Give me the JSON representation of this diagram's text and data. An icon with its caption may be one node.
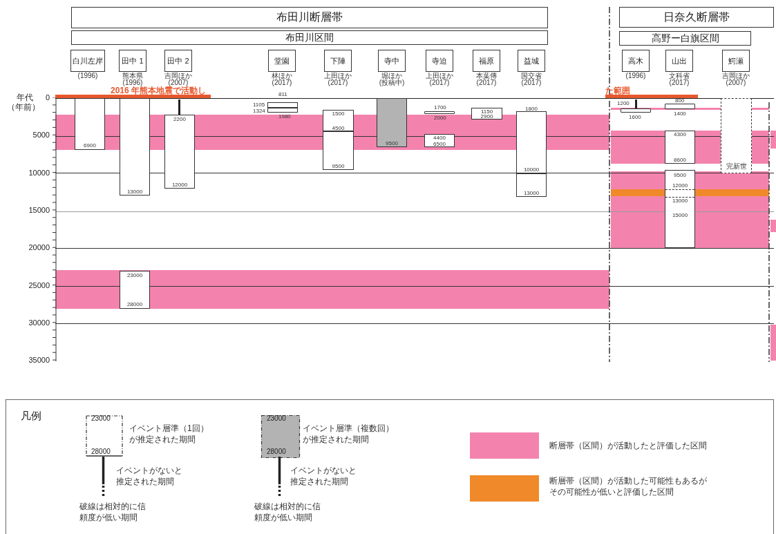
{
  "diagram": {
    "nodes": [
      {
        "text": [
          "布田川断層帯"
        ]
      },
      {
        "text": [
          "布田川区間"
        ]
      },
      {
        "text": [
          "日奈久断層帯"
        ]
      },
      {
        "text": [
          "高野ー白旗区間"
        ]
      },
      {
        "text": [
          "白川左岸"
        ],
        "beside": [
          "(1996)"
        ]
      },
      {
        "text": [
          "田中 1"
        ],
        "beside": [
          "熊本県 (1996)"
        ]
      },
      {
        "text": [
          "田中 2"
        ],
        "beside": [
          "吉岡ほか (2007)"
        ]
      },
      {
        "text": [
          "堂園"
        ],
        "beside": [
          "林ほか (2017)"
        ]
      },
      {
        "text": [
          "下陣"
        ],
        "beside": [
          "上田ほか (2017)"
        ]
      },
      {
        "text": [
          "寺中"
        ],
        "beside": [
          "堀ほか (投稿中)"
        ]
      },
      {
        "text": [
          "寺迫"
        ],
        "beside": [
          "上田ほか (2017)"
        ]
      },
      {
        "text": [
          "福原"
        ],
        "beside": [
          "本葉傳 (2017)"
        ]
      },
      {
        "text": [
          "益城"
        ],
        "beside": [
          "国交省 (2017)"
        ]
      },
      {
        "text": [
          "高木"
        ],
        "beside": [
          "(1996)"
        ]
      },
      {
        "text": [
          "山出"
        ],
        "beside": [
          "文科省 (2017)"
        ]
      },
      {
        "text": [
          "鰐瀬"
        ],
        "beside": [
          "吉岡ほか (2007)"
        ]
      },
      {
        "text": [
          "6900"
        ]
      },
      {
        "text": [
          "13000"
        ]
      },
      {
        "text": [
          "23000",
          "28000"
        ]
      },
      {
        "text": [
          "2200",
          "12000"
        ]
      },
      {
        "text": [],
        "shape": "box",
        "beside": [
          "811",
          "1105"
        ]
      },
      {
        "text": [],
        "shape": "box",
        "beside": [
          "1324",
          "1980"
        ]
      },
      {
        "text": [
          "1500",
          "4500"
        ]
      },
      {
        "text": [
          "9500"
        ]
      },
      {
        "text": [
          "9500"
        ]
      },
      {
        "text": [],
        "shape": "bar",
        "beside": [
          "1700",
          "2000"
        ]
      },
      {
        "text": [
          "4400",
          "6500"
        ]
      },
      {
        "text": [
          "1150",
          "2900"
        ]
      },
      {
        "text": [
          "1800",
          "10000"
        ]
      },
      {
        "text": [
          "13000"
        ]
      },
      {
        "text": [],
        "shape": "bar",
        "beside": [
          "1200",
          "1600"
        ]
      },
      {
        "text": [],
        "shape": "bar",
        "beside": [
          "800",
          "1400"
        ]
      },
      {
        "text": [
          "4300",
          "8600"
        ]
      },
      {
        "text": [
          "9500",
          "12000",
          "13000",
          "15000"
        ]
      },
      {
        "text": [
          "完新世"
        ]
      }
    ],
    "labels": [
      "年代",
      "（年前）",
      "0",
      "5000",
      "10000",
      "15000",
      "20000",
      "25000",
      "30000",
      "35000",
      "2016 年熊本地震で活動し",
      "た範囲",
      "凡例",
      "23000",
      "28000",
      "23000",
      "28000"
    ],
    "legend": [
      {
        "text": "イベント層準（1回）が推定された期間"
      },
      {
        "text": "イベントがないと推定された期間"
      },
      {
        "text": "破線は相対的に信頼度が低い期間"
      },
      {
        "text": "イベント層準（複数回）が推定された期間"
      },
      {
        "text": "イベントがないと推定された期間"
      },
      {
        "text": "破線は相対的に信頼度が低い期間"
      },
      {
        "text": "断層帯（区間）が活動したと評価した区間",
        "color": "#f383ad"
      },
      {
        "text": "断層帯（区間）が活動した可能性もあるがその可能性が低いと評価した区間",
        "color": "#f0892a"
      }
    ]
  }
}
